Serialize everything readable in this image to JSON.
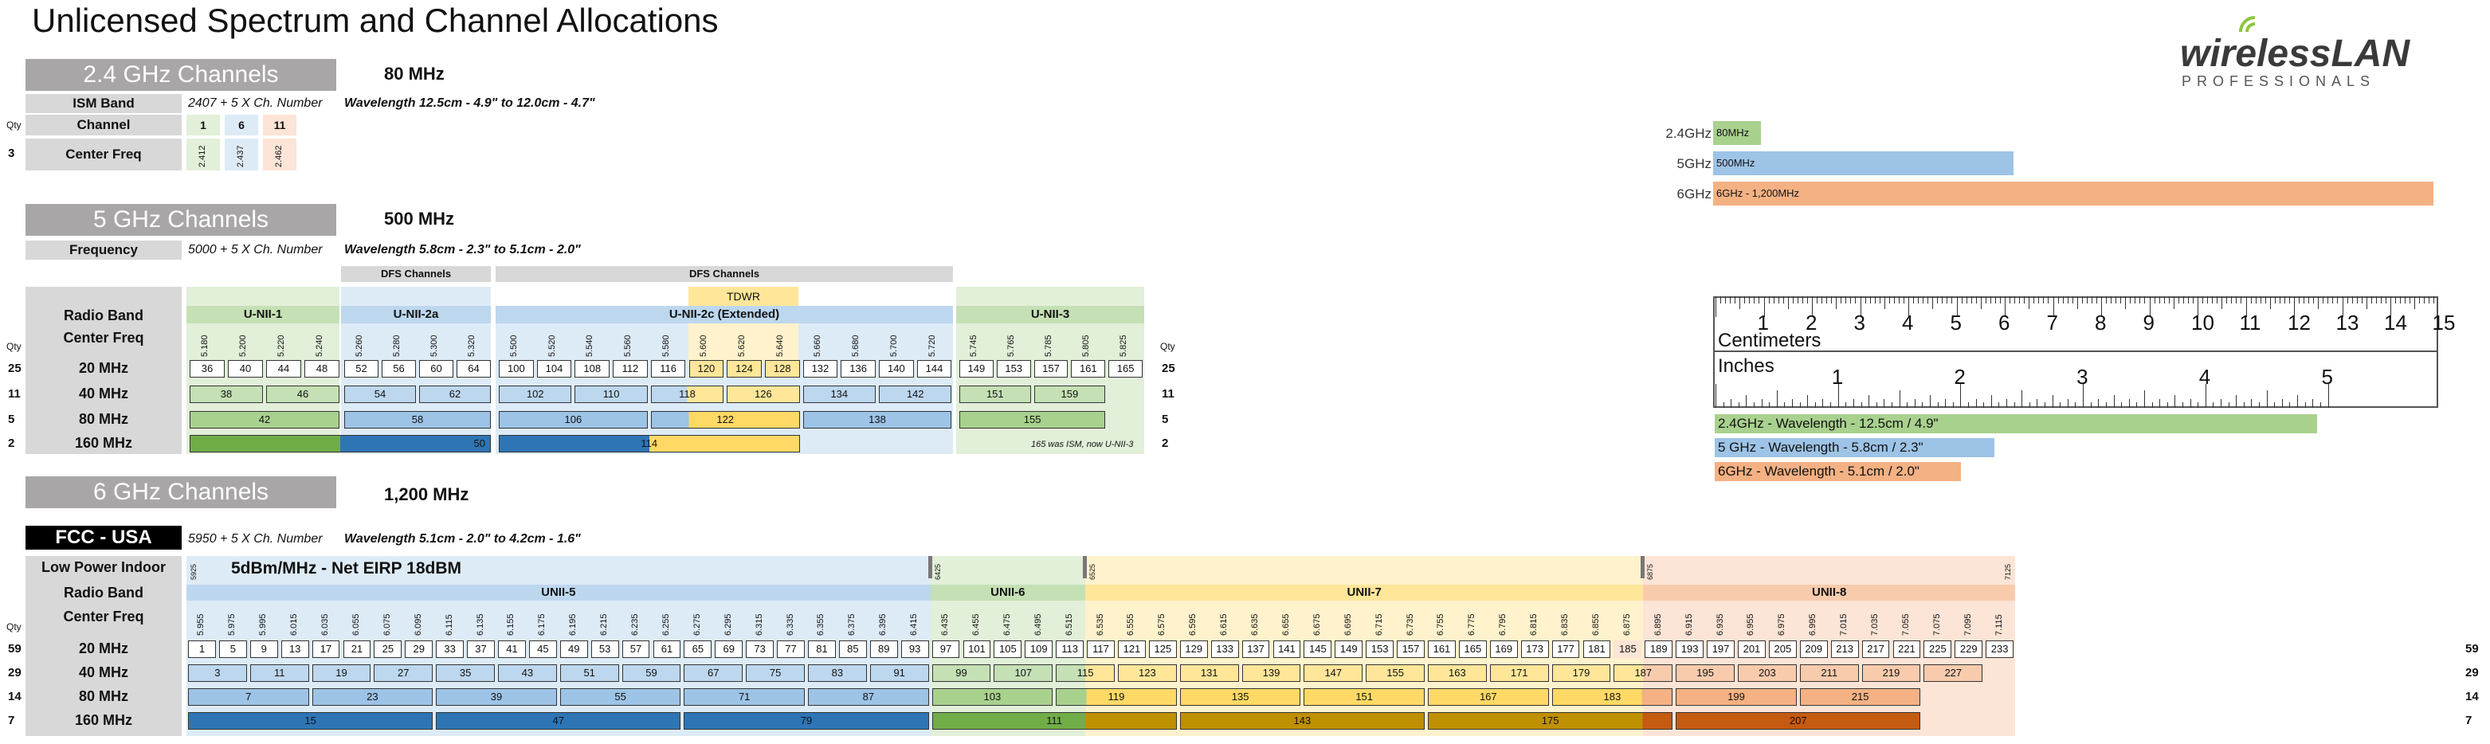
{
  "title": "Unlicensed Spectrum and Channel Allocations",
  "logo": {
    "main": "wirelessLAN",
    "sub": "PROFESSIONALS"
  },
  "row_labels": {
    "qty": "Qty",
    "channel": "Channel",
    "center_freq": "Center Freq",
    "radio_band": "Radio Band",
    "frequency": "Frequency",
    "w20": "20 MHz",
    "w40": "40 MHz",
    "w80": "80 MHz",
    "w160": "160 MHz",
    "ism_band": "ISM Band",
    "low_power": "Low Power Indoor"
  },
  "g24": {
    "heading": "2.4 GHz Channels",
    "total": "80 MHz",
    "formula": "2407 + 5 X Ch. Number",
    "wavelength": "Wavelength   12.5cm - 4.9\" to 12.0cm - 4.7\"",
    "qty": "3",
    "channels": [
      "1",
      "6",
      "11"
    ],
    "freqs": [
      "2.412",
      "2.437",
      "2.462"
    ]
  },
  "g5": {
    "heading": "5 GHz Channels",
    "total": "500 MHz",
    "formula": "5000 + 5 X Ch. Number",
    "wavelength": "Wavelength  5.8cm - 2.3\" to 5.1cm - 2.0\"",
    "dfs": "DFS Channels",
    "tdwr": "TDWR",
    "bands": [
      "U-NII-1",
      "U-NII-2a",
      "U-NII-2c (Extended)",
      "U-NII-3"
    ],
    "freqs": [
      "5.180",
      "5.200",
      "5.220",
      "5.240",
      "5.260",
      "5.280",
      "5.300",
      "5.320",
      "5.500",
      "5.520",
      "5.540",
      "5.560",
      "5.580",
      "5.600",
      "5.620",
      "5.640",
      "5.660",
      "5.680",
      "5.700",
      "5.720",
      "5.745",
      "5.765",
      "5.785",
      "5.805",
      "5.825"
    ],
    "ch20": [
      "36",
      "40",
      "44",
      "48",
      "52",
      "56",
      "60",
      "64",
      "100",
      "104",
      "108",
      "112",
      "116",
      "120",
      "124",
      "128",
      "132",
      "136",
      "140",
      "144",
      "149",
      "153",
      "157",
      "161",
      "165"
    ],
    "ch40": [
      "38",
      "46",
      "54",
      "62",
      "102",
      "110",
      "118",
      "126",
      "134",
      "142",
      "151",
      "159"
    ],
    "ch80": [
      "42",
      "58",
      "106",
      "122",
      "138",
      "155"
    ],
    "ch160": [
      "50",
      "114"
    ],
    "qty": [
      "25",
      "11",
      "5",
      "2"
    ],
    "note": "165 was ISM, now U-NII-3"
  },
  "g6": {
    "heading": "6 GHz Channels",
    "total": "1,200 MHz",
    "region": "FCC - USA",
    "formula": "5950 + 5 X Ch. Number",
    "wavelength": "Wavelength  5.1cm - 2.0\" to 4.2cm - 1.6\"",
    "eirp": "5dBm/MHz - Net EIRP 18dBM",
    "markers": [
      "5925",
      "6425",
      "6525",
      "6875",
      "7125"
    ],
    "bands": [
      "UNII-5",
      "UNII-6",
      "UNII-7",
      "UNII-8"
    ],
    "freqs": [
      "5.955",
      "5.975",
      "5.995",
      "6.015",
      "6.035",
      "6.055",
      "6.075",
      "6.095",
      "6.115",
      "6.135",
      "6.155",
      "6.175",
      "6.195",
      "6.215",
      "6.235",
      "6.255",
      "6.275",
      "6.295",
      "6.315",
      "6.335",
      "6.355",
      "6.375",
      "6.395",
      "6.415",
      "6.435",
      "6.455",
      "6.475",
      "6.495",
      "6.515",
      "6.535",
      "6.555",
      "6.575",
      "6.595",
      "6.615",
      "6.635",
      "6.655",
      "6.675",
      "6.695",
      "6.715",
      "6.735",
      "6.755",
      "6.775",
      "6.795",
      "6.815",
      "6.835",
      "6.855",
      "6.875",
      "6.895",
      "6.915",
      "6.935",
      "6.955",
      "6.975",
      "6.995",
      "7.015",
      "7.035",
      "7.055",
      "7.075",
      "7.095",
      "7.115"
    ],
    "ch20": [
      "1",
      "5",
      "9",
      "13",
      "17",
      "21",
      "25",
      "29",
      "33",
      "37",
      "41",
      "45",
      "49",
      "53",
      "57",
      "61",
      "65",
      "69",
      "73",
      "77",
      "81",
      "85",
      "89",
      "93",
      "97",
      "101",
      "105",
      "109",
      "113",
      "117",
      "121",
      "125",
      "129",
      "133",
      "137",
      "141",
      "145",
      "149",
      "153",
      "157",
      "161",
      "165",
      "169",
      "173",
      "177",
      "181",
      "185",
      "189",
      "193",
      "197",
      "201",
      "205",
      "209",
      "213",
      "217",
      "221",
      "225",
      "229",
      "233"
    ],
    "ch40": [
      "3",
      "11",
      "19",
      "27",
      "35",
      "43",
      "51",
      "59",
      "67",
      "75",
      "83",
      "91",
      "99",
      "107",
      "115",
      "123",
      "131",
      "139",
      "147",
      "155",
      "163",
      "171",
      "179",
      "187",
      "195",
      "203",
      "211",
      "219",
      "227"
    ],
    "ch80": [
      "7",
      "23",
      "39",
      "55",
      "71",
      "87",
      "103",
      "119",
      "135",
      "151",
      "167",
      "183",
      "199",
      "215"
    ],
    "ch160": [
      "15",
      "47",
      "79",
      "111",
      "143",
      "175",
      "207"
    ],
    "qty": [
      "59",
      "29",
      "14",
      "7"
    ]
  },
  "spectrum_bars": [
    {
      "label": "2.4GHz",
      "text": "80MHz",
      "mhz": 80,
      "color": "#a9d18e"
    },
    {
      "label": "5GHz",
      "text": "500MHz",
      "mhz": 500,
      "color": "#9dc3e6"
    },
    {
      "label": "6GHz",
      "text": "6GHz - 1,200MHz",
      "mhz": 1200,
      "color": "#f4b183"
    }
  ],
  "ruler": {
    "cm_label": "Centimeters",
    "in_label": "Inches",
    "cm": [
      "1",
      "2",
      "3",
      "4",
      "5",
      "6",
      "7",
      "8",
      "9",
      "10",
      "11",
      "12",
      "13",
      "14",
      "15"
    ],
    "inches": [
      "1",
      "2",
      "3",
      "4",
      "5"
    ]
  },
  "wavelength_bars": [
    {
      "text": "2.4GHz - Wavelength - 12.5cm / 4.9\"",
      "cm": 12.5,
      "color": "#a9d18e"
    },
    {
      "text": "5 GHz - Wavelength - 5.8cm / 2.3\"",
      "cm": 5.8,
      "color": "#9dc3e6"
    },
    {
      "text": "6GHz - Wavelength - 5.1cm / 2.0\"",
      "cm": 5.1,
      "color": "#f4b183"
    }
  ]
}
